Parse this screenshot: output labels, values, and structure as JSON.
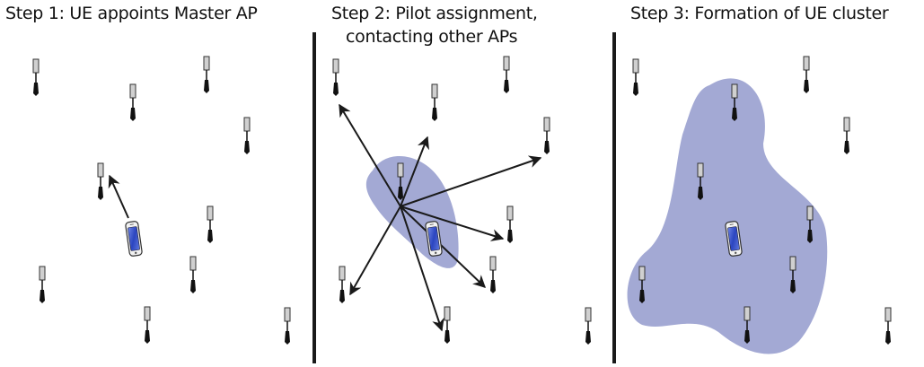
{
  "steps": [
    {
      "title": "Step 1: UE appoints Master AP"
    },
    {
      "title": "Step 2: Pilot assignment,",
      "title_line2": "contacting other APs"
    },
    {
      "title": "Step 3: Formation of UE cluster"
    }
  ],
  "colors": {
    "cluster": "#a3a9d4",
    "divider": "#1a1a1a",
    "arrow": "#1a1a1a",
    "phone_screen": "#3a5bd0"
  },
  "icons": {
    "access_point": "antenna-icon",
    "user_equipment": "smartphone-icon"
  }
}
